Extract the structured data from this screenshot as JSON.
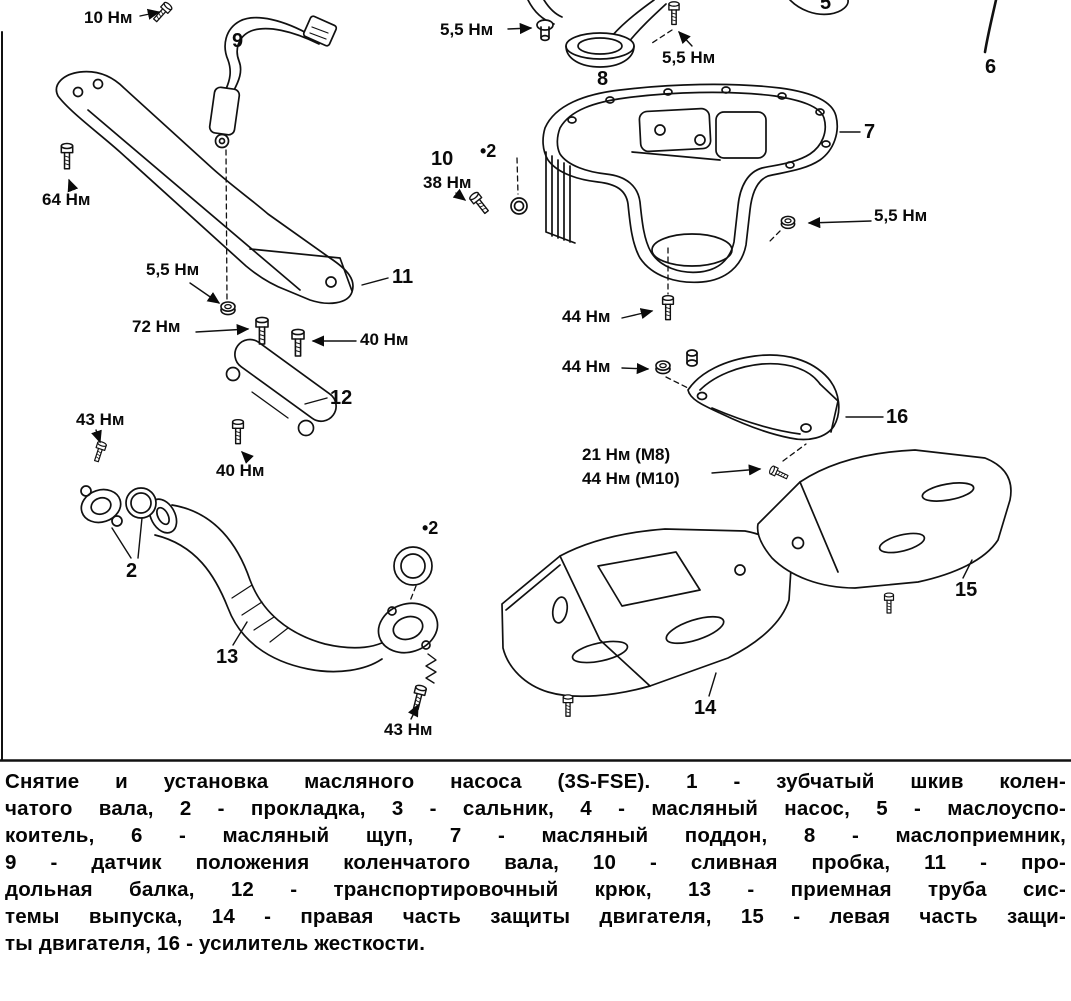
{
  "figure": {
    "caption_lines": [
      "Снятие и установка масляного насоса (3S-FSE). 1 - зубчатый шкив колен-",
      "чатого вала, 2 - прокладка, 3 - сальник, 4 - масляный насос, 5 - маслоуспо-",
      "коитель, 6 - масляный щуп, 7 - масляный поддон, 8 - маслоприемник,",
      "9 - датчик положения коленчатого вала, 10 - сливная пробка, 11 - про-",
      "дольная балка, 12 - транспортировочный крюк, 13 - приемная труба сис-",
      "темы выпуска, 14 - правая часть защиты двигателя, 15 - левая часть защи-",
      "ты двигателя, 16 - усилитель жесткости."
    ]
  },
  "diagram": {
    "torque_labels": [
      "10 Нм",
      "5,5 Нм",
      "5,5 Нм",
      "64 Нм",
      "38 Нм",
      "5,5 Нм",
      "5,5 Нм",
      "72 Нм",
      "40 Нм",
      "44 Нм",
      "44 Нм",
      "43 Нм",
      "40 Нм",
      "21 Нм (М8)",
      "44 Нм (М10)",
      "43 Нм"
    ],
    "part_numbers": {
      "p2": "2",
      "p5": "5",
      "p6": "6",
      "p7": "7",
      "p8": "8",
      "p9": "9",
      "p10": "10",
      "p11": "11",
      "p12": "12",
      "p13": "13",
      "p14": "14",
      "p15": "15",
      "p16": "16"
    },
    "qty_markers": [
      "•2",
      "•2"
    ]
  }
}
